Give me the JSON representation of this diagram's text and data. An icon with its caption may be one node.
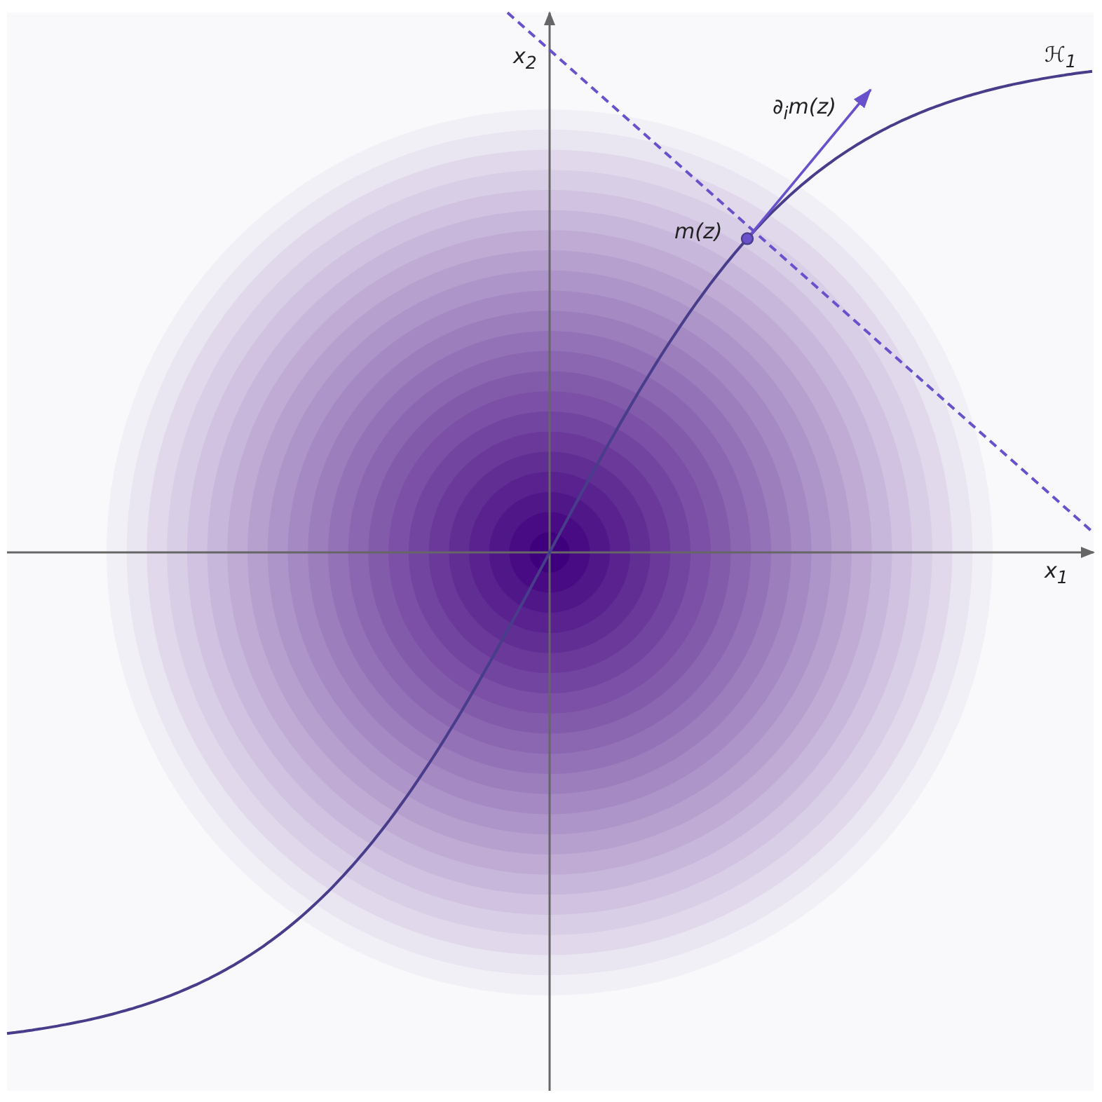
{
  "diagram": {
    "labels": [
      "x$_{2}$",
      "ℋ$_{1}$",
      "∂$_{i}$m(z)",
      "m(z)",
      "x$_{1}$"
    ]
  }
}
